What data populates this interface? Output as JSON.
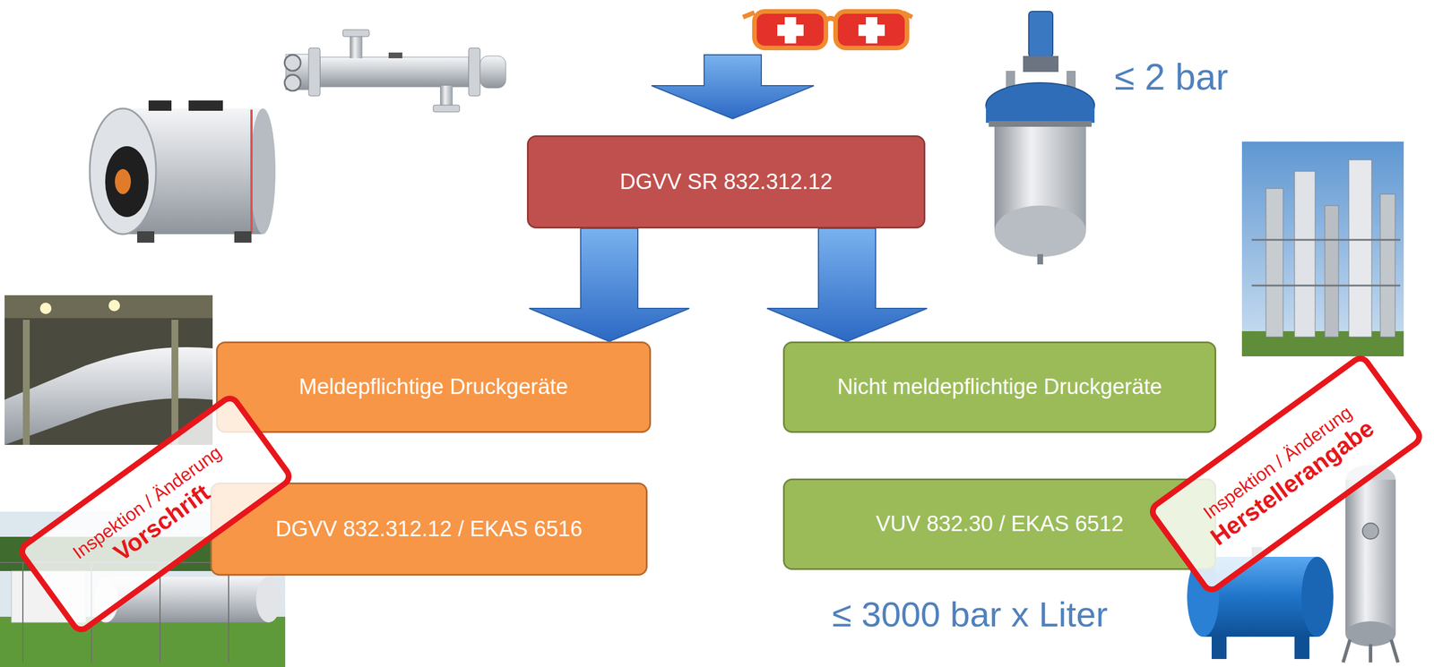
{
  "diagram": {
    "nodes": [
      {
        "text": [
          "DGVV SR 832.312.12"
        ]
      },
      {
        "text": [
          "Meldepflichtige Druckgeräte"
        ]
      },
      {
        "text": [
          "Nicht meldepflichtige Druckgeräte"
        ]
      },
      {
        "text": [
          "DGVV 832.312.12 / EKAS 6516"
        ]
      },
      {
        "text": [
          "VUV 832.30 / EKAS 6512"
        ]
      },
      {
        "text": [
          "Inspektion / Änderung",
          "Vorschrift"
        ]
      },
      {
        "text": [
          "Inspektion / Änderung",
          "Herstellerangabe"
        ]
      }
    ],
    "edges": [
      {
        "from": 0,
        "to": 1,
        "arrow": "to"
      },
      {
        "from": 0,
        "to": 2,
        "arrow": "to"
      }
    ],
    "labels": [
      "≤ 2 bar",
      "≤ 3000 bar x Liter"
    ]
  }
}
